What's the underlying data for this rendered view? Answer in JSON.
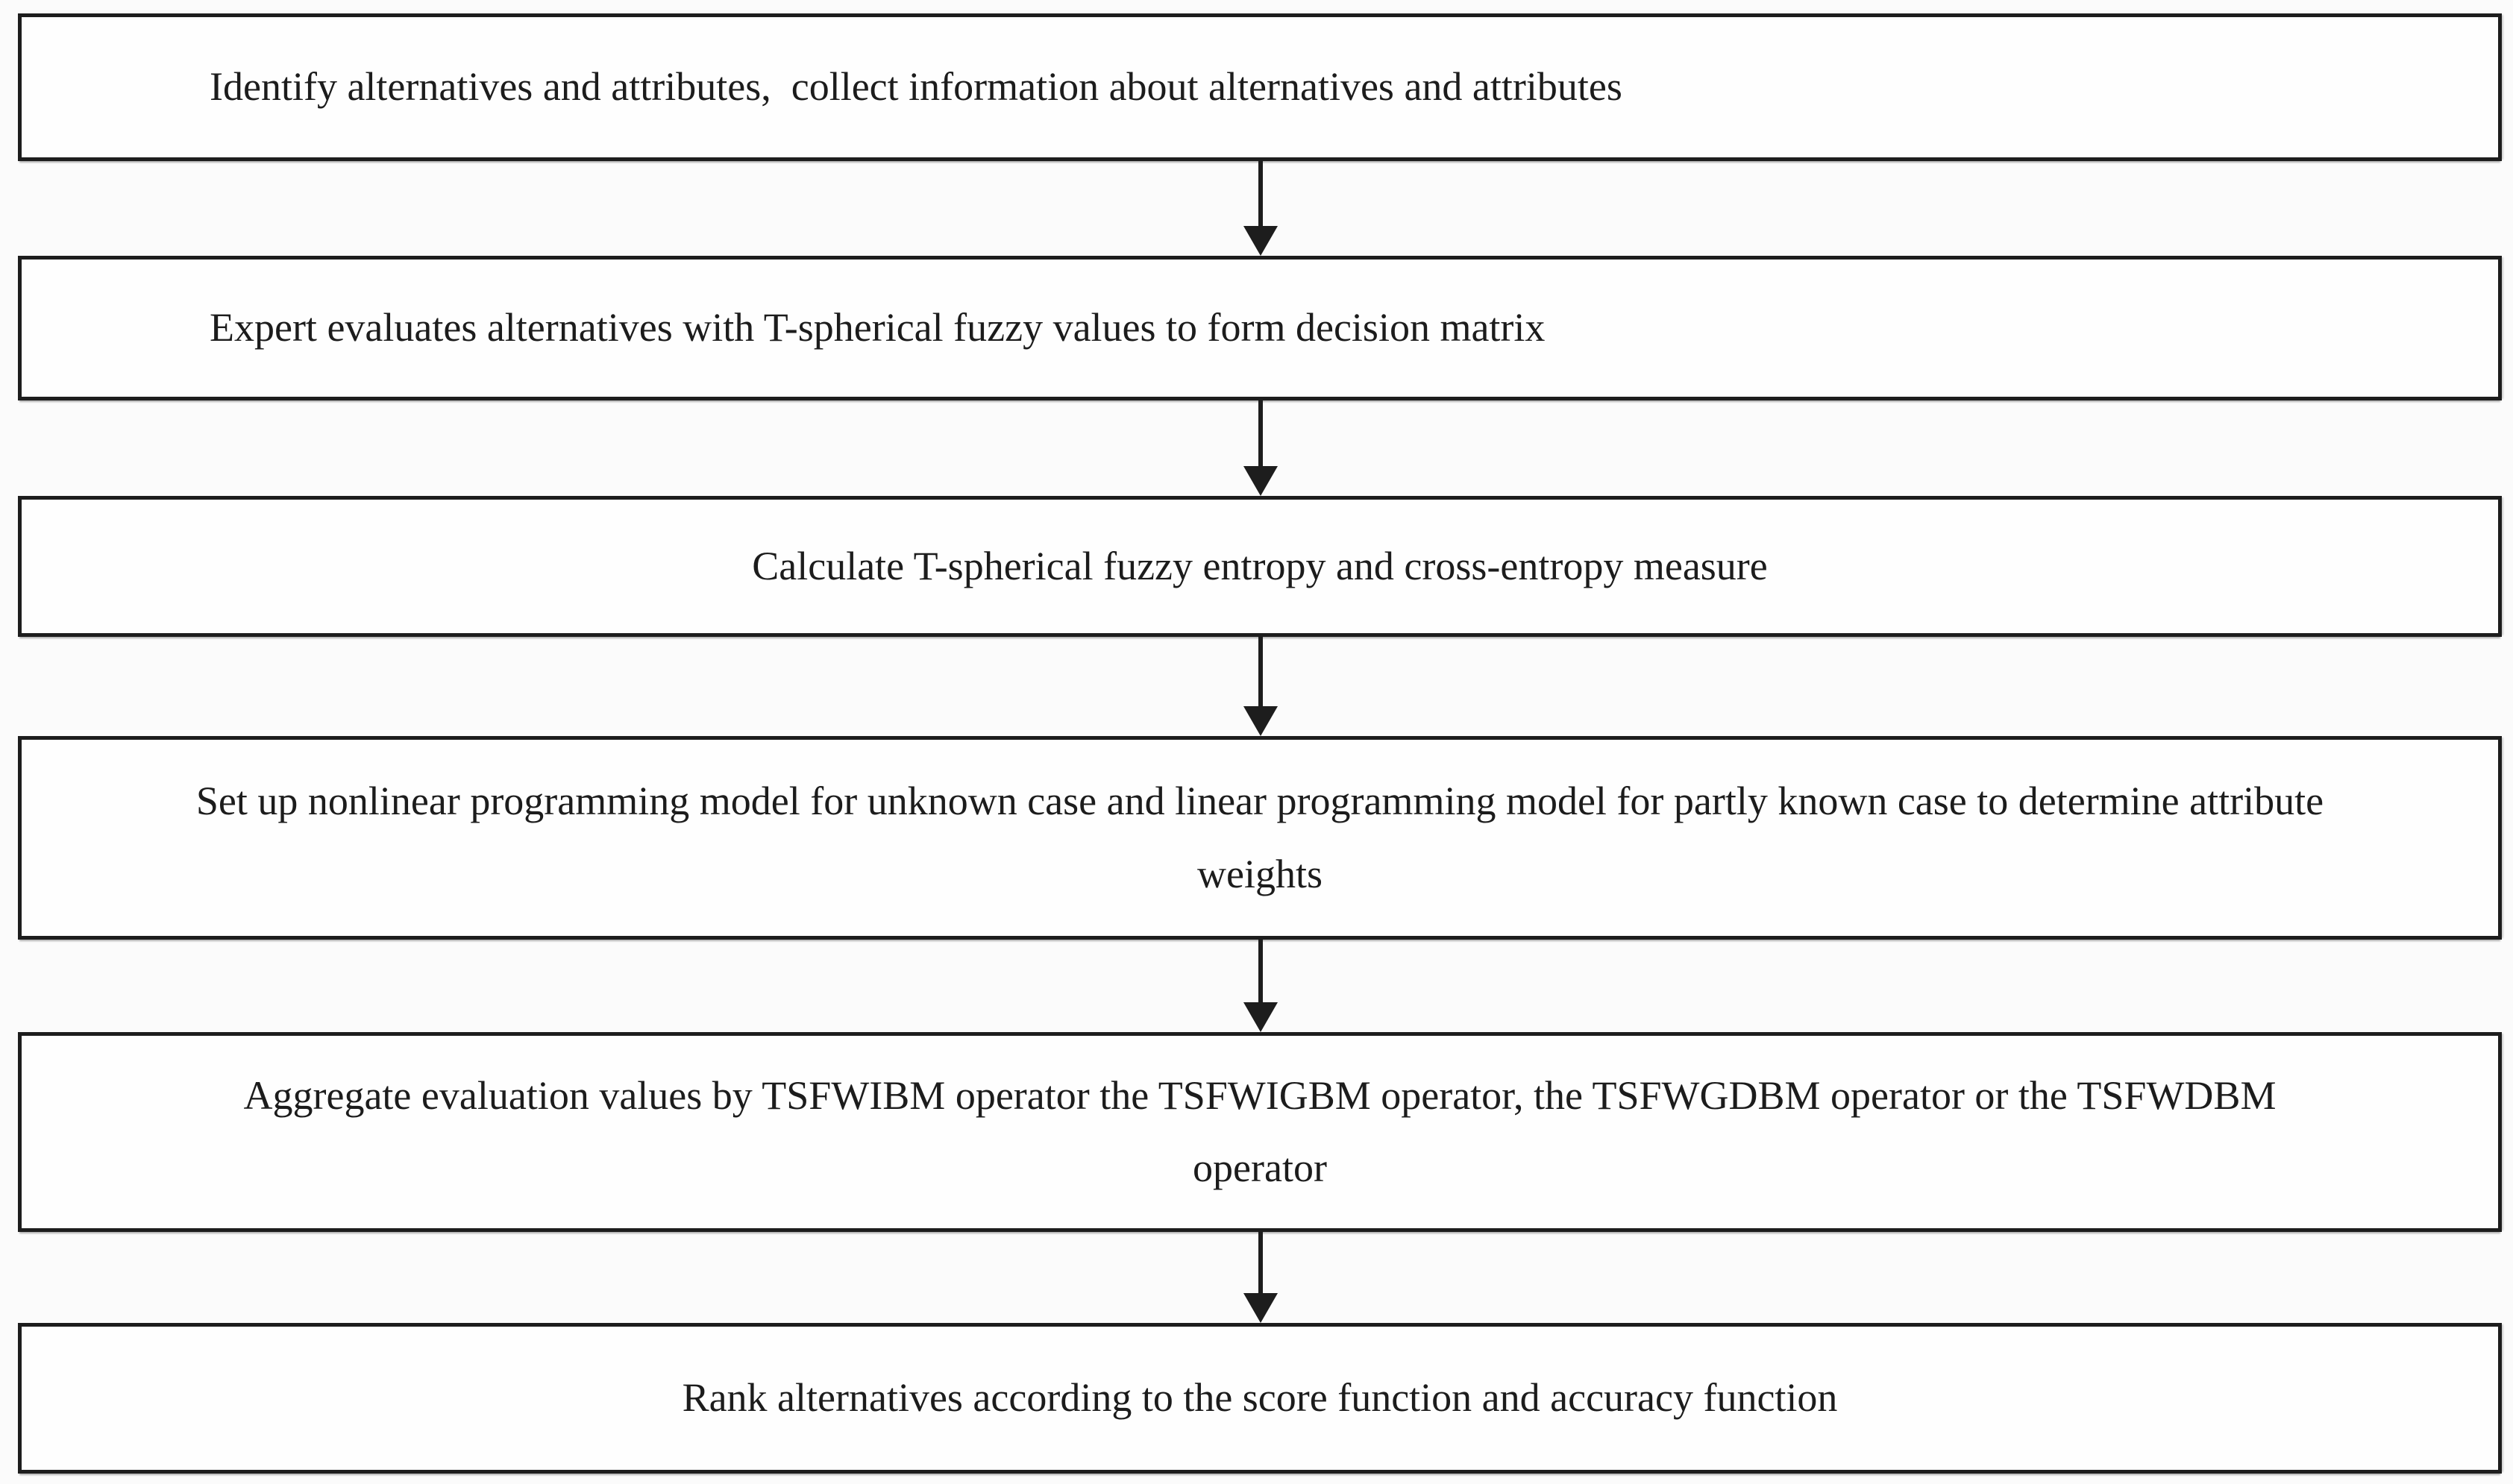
{
  "diagram": {
    "type": "flowchart",
    "flow_direction": "top-to-bottom",
    "steps": [
      {
        "order": 1,
        "text": "Identify alternatives and attributes,  collect information about alternatives and attributes"
      },
      {
        "order": 2,
        "text": "Expert evaluates alternatives with T-spherical fuzzy values to form decision matrix"
      },
      {
        "order": 3,
        "text": "Calculate T-spherical fuzzy entropy and cross-entropy measure"
      },
      {
        "order": 4,
        "text": "Set up nonlinear programming model for unknown case and linear programming model for partly known case to determine attribute\nweights"
      },
      {
        "order": 5,
        "text": "Aggregate evaluation values by TSFWIBM operator the TSFWIGBM operator, the TSFWGDBM operator or the TSFWDBM\noperator"
      },
      {
        "order": 6,
        "text": "Rank alternatives according to the score function and accuracy function"
      }
    ],
    "connectors": [
      {
        "from": 1,
        "to": 2,
        "shape": "arrow-down"
      },
      {
        "from": 2,
        "to": 3,
        "shape": "arrow-down"
      },
      {
        "from": 3,
        "to": 4,
        "shape": "arrow-down"
      },
      {
        "from": 4,
        "to": 5,
        "shape": "arrow-down"
      },
      {
        "from": 5,
        "to": 6,
        "shape": "arrow-down"
      }
    ],
    "colors": {
      "background": "#fbfbfb",
      "box_fill": "#fefefe",
      "border": "#1d1d1d",
      "arrow": "#1d1d1d",
      "text": "#1c1c1c"
    }
  }
}
